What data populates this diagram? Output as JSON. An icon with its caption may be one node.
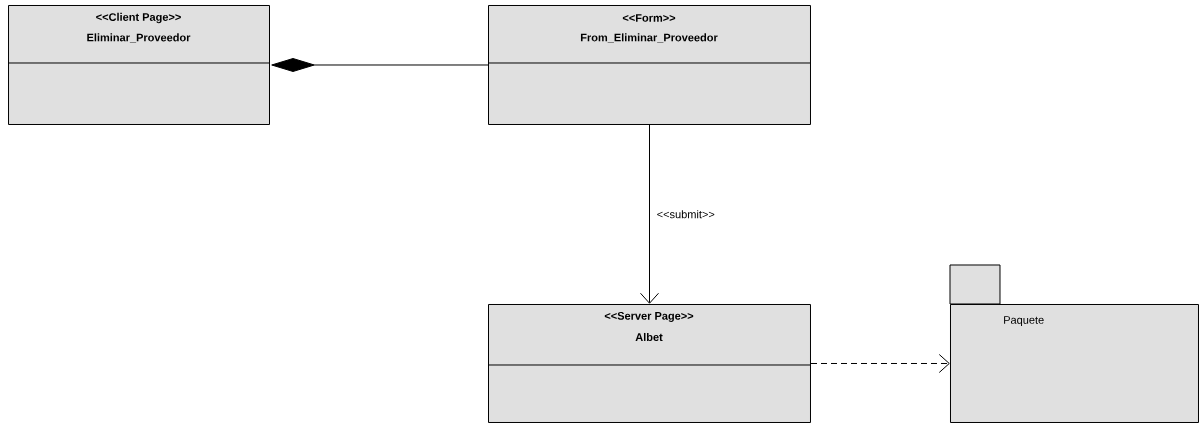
{
  "diagram": {
    "nodes": [
      {
        "text": [
          "<<Client Page>>",
          "Eliminar_Proveedor"
        ]
      },
      {
        "text": [
          "<<Form>>",
          "From_Eliminar_Proveedor"
        ]
      },
      {
        "text": [
          "<<Server Page>>",
          "Albet"
        ]
      },
      {
        "text": [
          "Paquete"
        ]
      }
    ],
    "edges": [
      {
        "from": 1,
        "to": 0,
        "arrow": "other"
      },
      {
        "from": 1,
        "to": 2,
        "arrow": "to",
        "label": "<<submit>>"
      },
      {
        "from": 2,
        "to": 3,
        "arrow": "to",
        "style": "dashed"
      }
    ]
  }
}
